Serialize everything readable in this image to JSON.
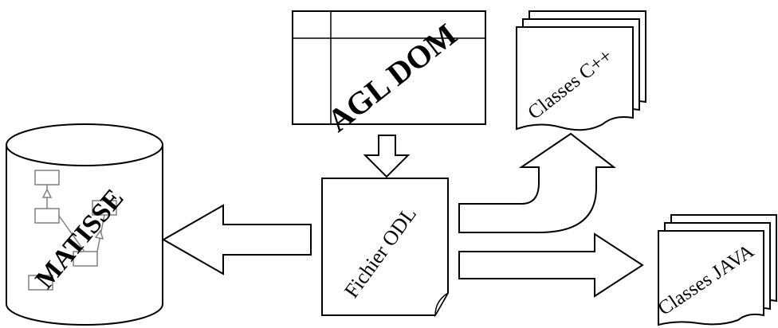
{
  "labels": {
    "agl_dom": "AGL DOM",
    "classes_cpp": "Classes C++",
    "matisse": "MATISSE",
    "fichier_odl": "Fichier ODL",
    "classes_java": "Classes JAVA"
  },
  "colors": {
    "stroke": "#000000",
    "fill": "#ffffff",
    "inner_boxes": "#808080"
  }
}
